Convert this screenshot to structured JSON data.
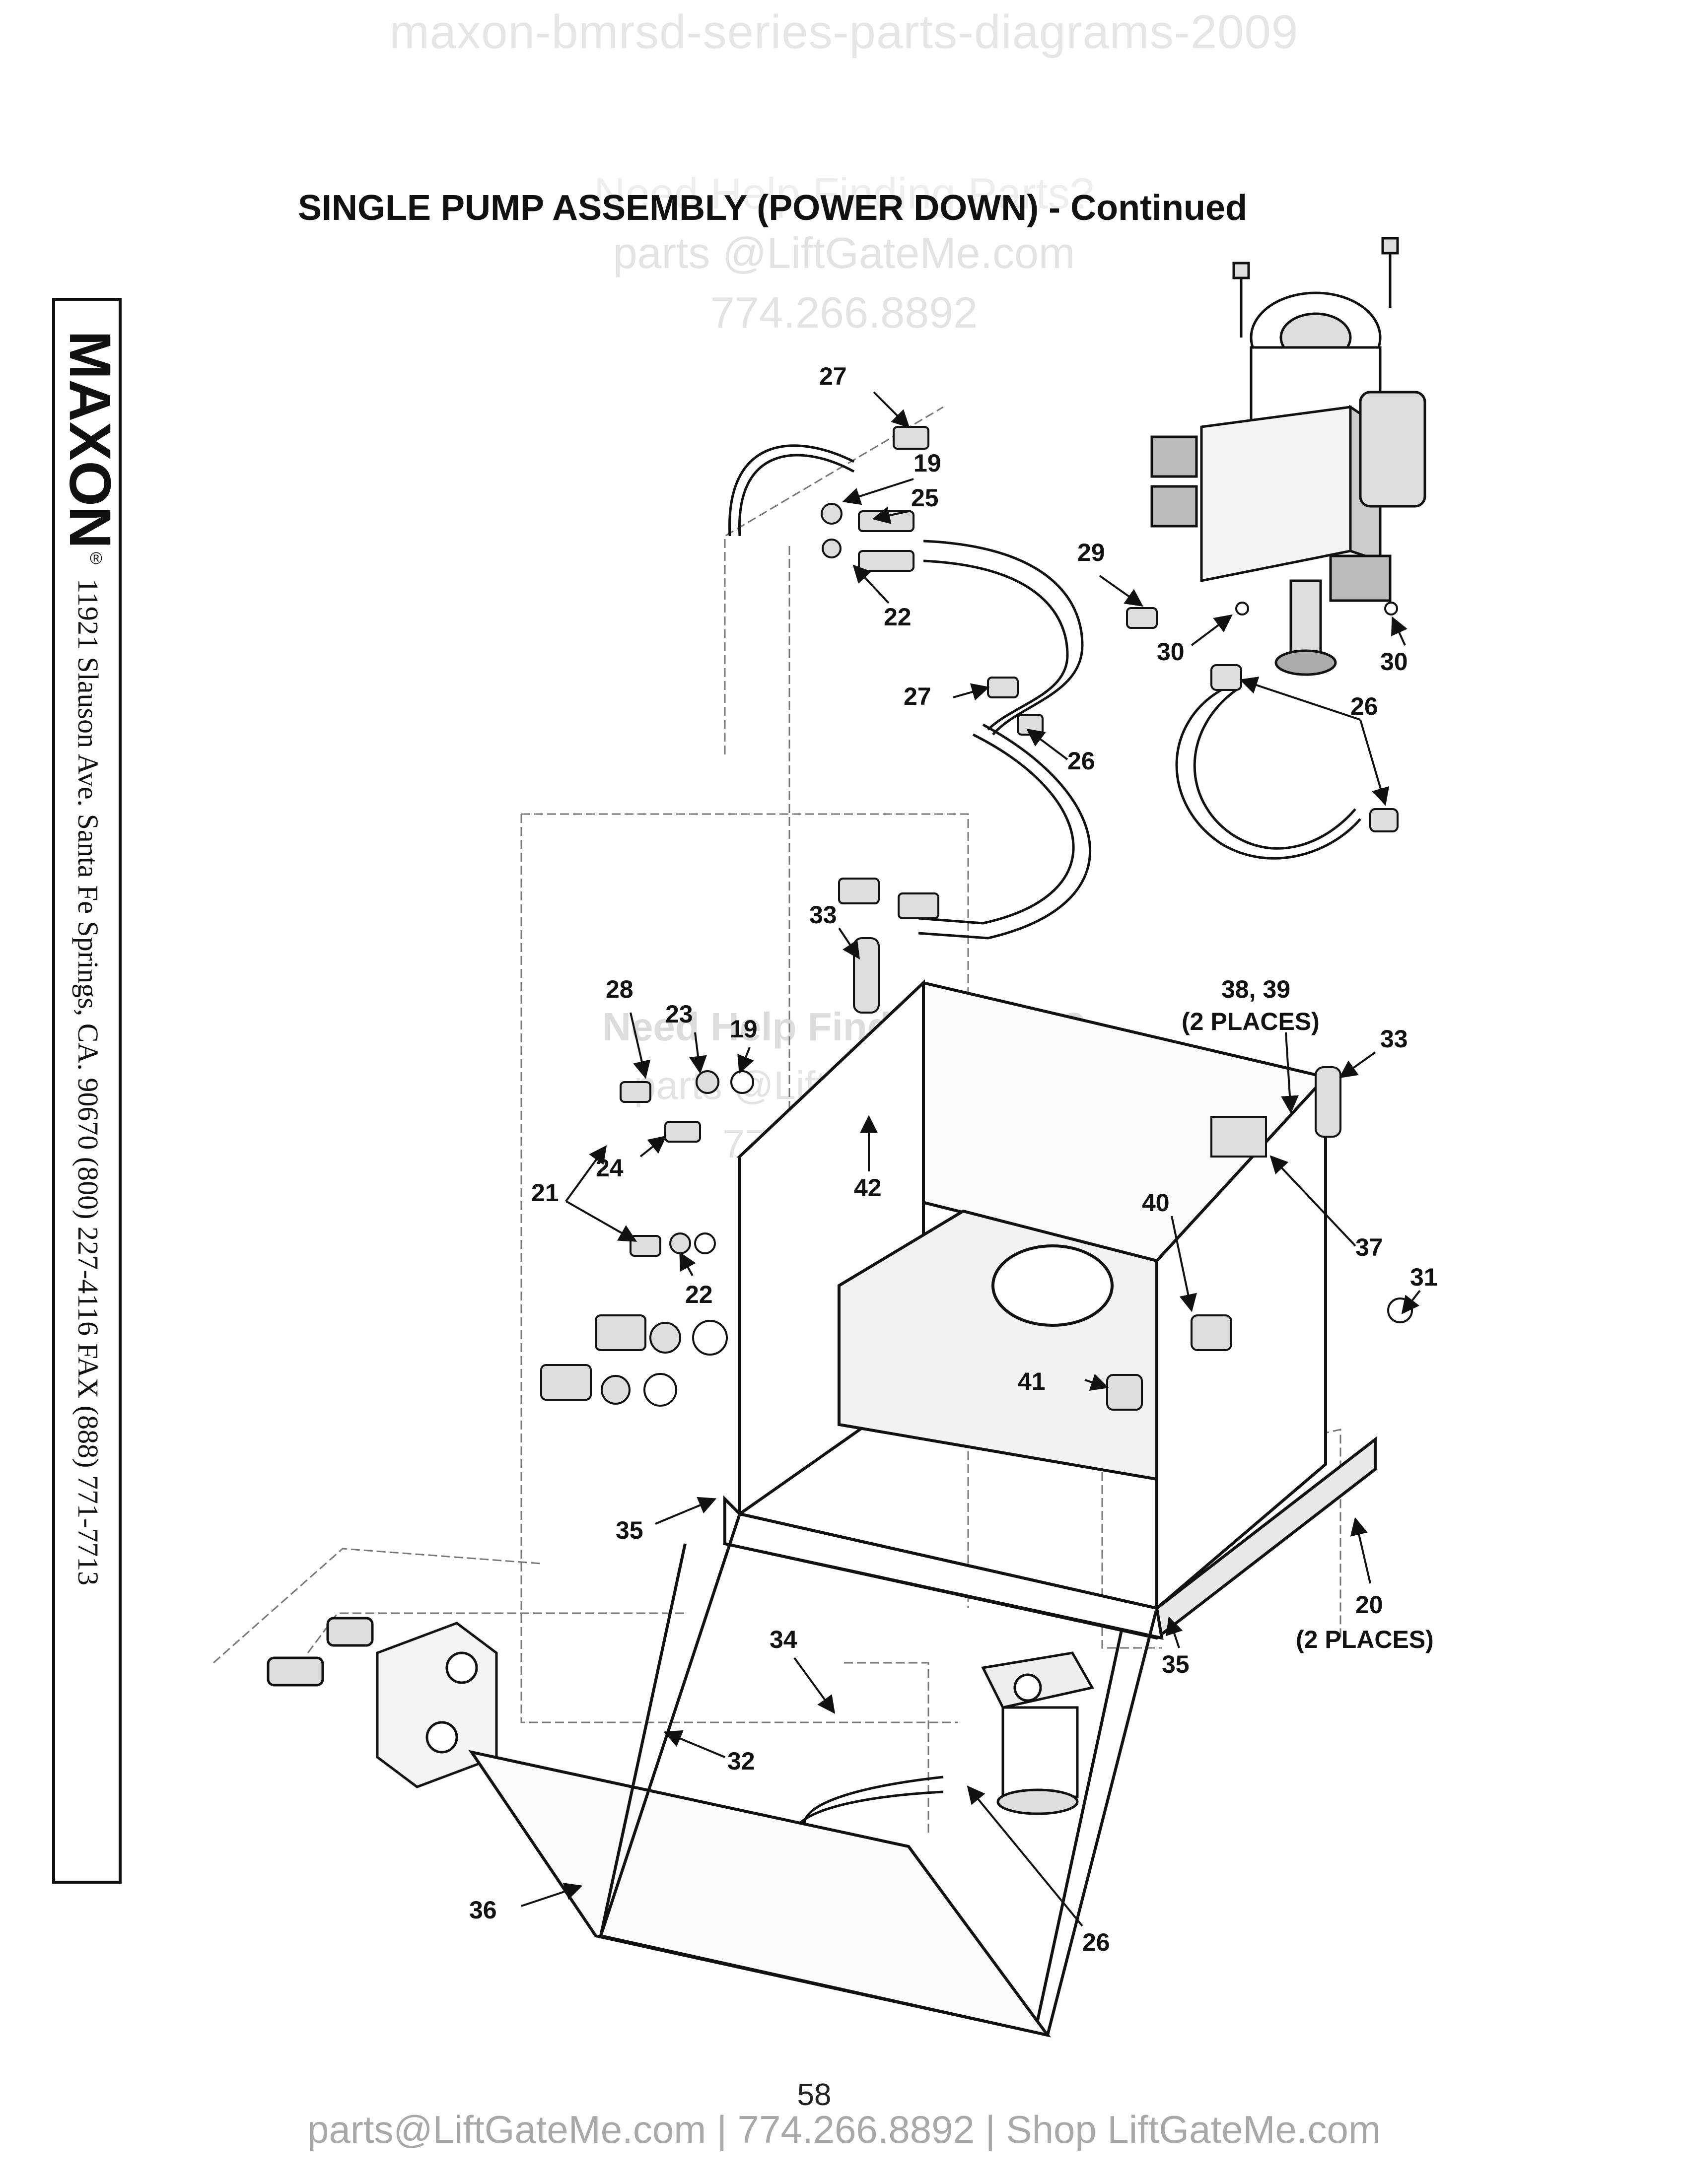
{
  "watermark": {
    "top": "maxon-bmrsd-series-parts-diagrams-2009",
    "upper_block": [
      "Need Help Finding Parts?",
      "parts @LiftGateMe.com",
      "774.266.8892"
    ],
    "middle_block": [
      "Need Help Finding Parts?",
      "parts @LiftGateMe.com",
      "774.266.8892"
    ]
  },
  "title": "SINGLE PUMP ASSEMBLY (POWER DOWN) - Continued",
  "sidebar": {
    "brand": "MAXON",
    "registered": "®",
    "address": "11921 Slauson Ave.  Santa Fe Springs, CA.  90670  (800) 227-4116  FAX (888) 771-7713"
  },
  "callouts": {
    "c27a": "27",
    "c19a": "19",
    "c25": "25",
    "c22a": "22",
    "c29": "29",
    "c30a": "30",
    "c30b": "30",
    "c27b": "27",
    "c26a": "26",
    "c26b": "26",
    "c33a": "33",
    "c28": "28",
    "c23": "23",
    "c19b": "19",
    "c3839": "38, 39",
    "c2places_a": "(2 PLACES)",
    "c33b": "33",
    "c42": "42",
    "c24": "24",
    "c21": "21",
    "c40": "40",
    "c37": "37",
    "c31": "31",
    "c22b": "22",
    "c41": "41",
    "c35a": "35",
    "c20": "20",
    "c2places_b": "(2 PLACES)",
    "c35b": "35",
    "c34": "34",
    "c32": "32",
    "c36": "36",
    "c26c": "26"
  },
  "page_number": "58",
  "footer": "parts@LiftGateMe.com | 774.266.8892 | Shop LiftGateMe.com"
}
